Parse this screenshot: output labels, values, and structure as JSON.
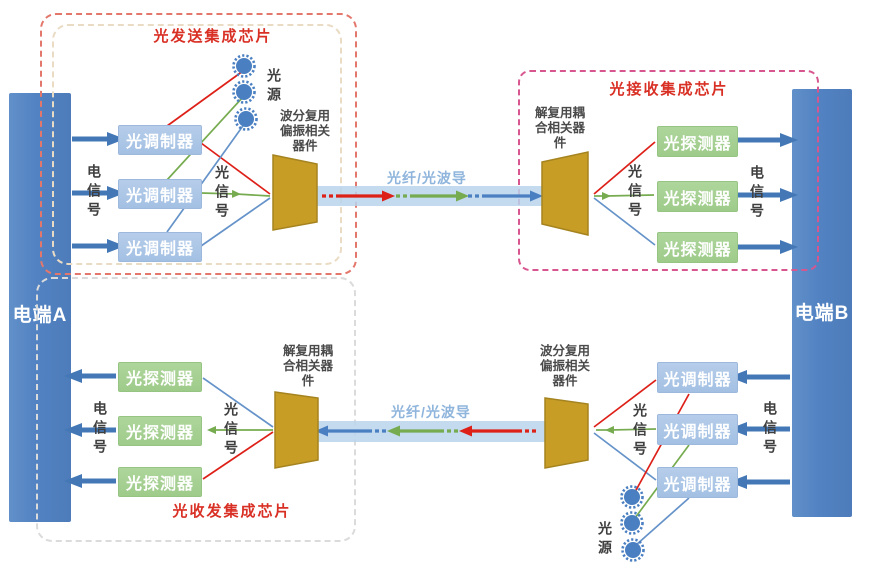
{
  "terminal_a": "电端A",
  "terminal_b": "电端B",
  "transmit_chip": {
    "title": "光发送集成芯片",
    "modulators": [
      "光调制器",
      "光调制器",
      "光调制器"
    ],
    "mux_device": "波分复用\n偏振相关\n器件",
    "light_source": "光源",
    "electrical_signal": "电信号",
    "optical_signal": "光信号"
  },
  "receive_chip": {
    "title": "光接收集成芯片",
    "detectors": [
      "光探测器",
      "光探测器",
      "光探测器"
    ],
    "demux_device": "解复用耦\n合相关器\n件",
    "electrical_signal": "电信号",
    "optical_signal": "光信号"
  },
  "transceiver_chip": {
    "title": "光收发集成芯片",
    "detectors": [
      "光探测器",
      "光探测器",
      "光探测器"
    ],
    "demux_device": "解复用耦\n合相关器\n件",
    "electrical_signal": "电信号",
    "optical_signal": "光信号"
  },
  "bottom_transmit": {
    "modulators": [
      "光调制器",
      "光调制器",
      "光调制器"
    ],
    "mux_device": "波分复用\n偏振相关\n器件",
    "light_source": "光源",
    "electrical_signal": "电信号",
    "optical_signal": "光信号"
  },
  "fiber": {
    "top_label": "光纤/光波导",
    "bottom_label": "光纤/光波导"
  },
  "colors": {
    "terminal_bar": "#5282c2",
    "electrical_arrow": "#4377b5",
    "modulator_box": "#a3c0e3",
    "detector_box": "#9ecb8a",
    "coupler_trapezoid": "#c79d26",
    "fiber_band": "#b9d3ec",
    "signal_red": "#dd2018",
    "signal_green": "#76ab4f",
    "signal_blue": "#6593c9",
    "chip_border_red": "#e4776c",
    "chip_border_pink": "#d8568f",
    "chip_border_gray": "#dbdbdb",
    "title_red": "#d93025",
    "fiber_label_blue": "#8fb5dc"
  }
}
